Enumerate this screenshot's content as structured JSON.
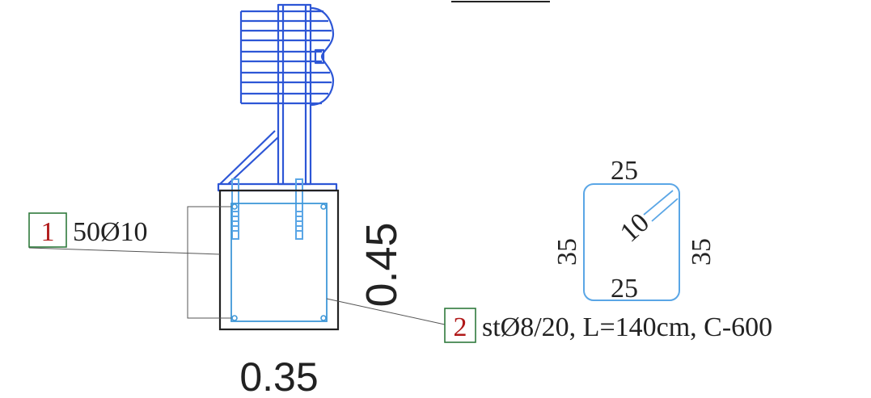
{
  "colors": {
    "ink": "#222222",
    "rail_blue": "#2d56d6",
    "rebar_blue": "#5aa6e6",
    "stirrup_blue": "#3f98d8",
    "tag_red": "#b01818",
    "tag_green": "#2f7a3c"
  },
  "section": {
    "width_label": "0.35",
    "height_label": "0.45"
  },
  "callout_1": {
    "number": "1",
    "text": "50Ø10"
  },
  "callout_2": {
    "number": "2",
    "text": "stØ8/20, L=140cm, C-600"
  },
  "stirrup_shape": {
    "top": "25",
    "bottom": "25",
    "left": "35",
    "right": "35",
    "hook": "10"
  }
}
